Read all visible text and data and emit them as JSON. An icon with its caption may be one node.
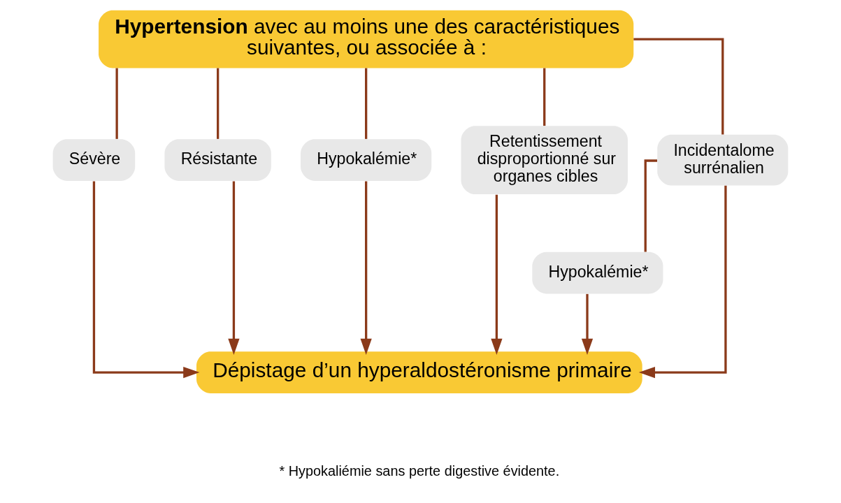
{
  "diagram": {
    "nodes": [
      {
        "text": [
          "**Hypertension** avec au moins une des caractéristiques suivantes, ou associée à :"
        ]
      },
      {
        "text": [
          "Sévère"
        ]
      },
      {
        "text": [
          "Résistante"
        ]
      },
      {
        "text": [
          "Hypokalémie*"
        ]
      },
      {
        "text": [
          "Retentissement disproportionné sur organes cibles"
        ]
      },
      {
        "text": [
          "Incidentalome surrénalien"
        ]
      },
      {
        "text": [
          "Hypokalémie*"
        ]
      },
      {
        "text": [
          "Dépistage d’un hyperaldostéronisme primaire"
        ]
      }
    ],
    "edges": [
      {
        "from": 0,
        "to": 1,
        "arrow": "none"
      },
      {
        "from": 0,
        "to": 2,
        "arrow": "none"
      },
      {
        "from": 0,
        "to": 3,
        "arrow": "none"
      },
      {
        "from": 0,
        "to": 4,
        "arrow": "none"
      },
      {
        "from": 0,
        "to": 5,
        "arrow": "none"
      },
      {
        "from": 5,
        "to": 6,
        "arrow": "none"
      },
      {
        "from": 1,
        "to": 7,
        "arrow": "to"
      },
      {
        "from": 2,
        "to": 7,
        "arrow": "to"
      },
      {
        "from": 3,
        "to": 7,
        "arrow": "to"
      },
      {
        "from": 4,
        "to": 7,
        "arrow": "to"
      },
      {
        "from": 5,
        "to": 7,
        "arrow": "to"
      },
      {
        "from": 6,
        "to": 7,
        "arrow": "to"
      }
    ],
    "labels": [
      "* Hypokaliémie sans perte digestive évidente."
    ]
  }
}
